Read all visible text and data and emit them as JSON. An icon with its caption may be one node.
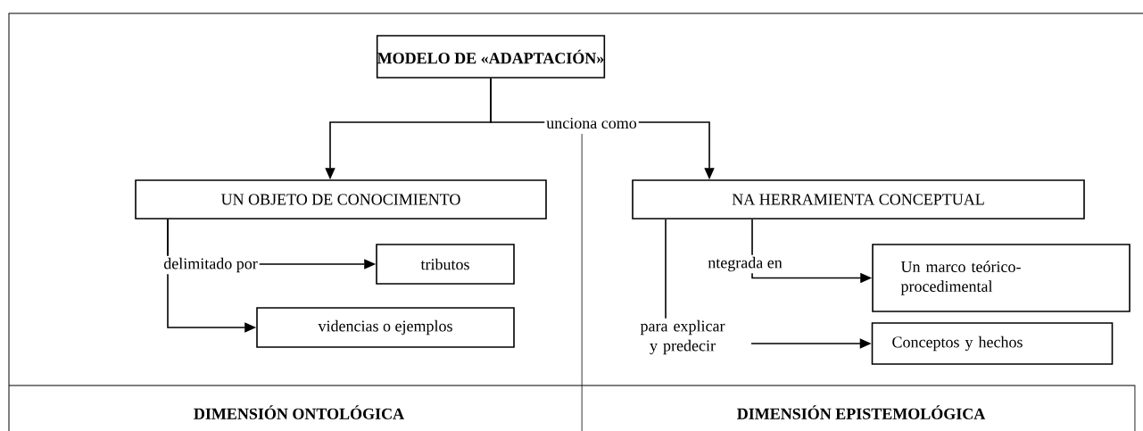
{
  "diagram": {
    "nodes": [
      {
        "text": [
          "MODELO DE «ADAPTACIÓN»"
        ]
      },
      {
        "text": [
          "UN OBJETO DE CONOCIMIENTO"
        ]
      },
      {
        "text": [
          "NA HERRAMIENTA CONCEPTUAL"
        ]
      },
      {
        "text": [
          "tributos"
        ]
      },
      {
        "text": [
          "videncias o ejemplos"
        ]
      },
      {
        "text": [
          "Un marco teórico-procedimental"
        ]
      },
      {
        "text": [
          "Conceptos y hechos"
        ]
      }
    ],
    "edges": [
      {
        "from": 0,
        "to": 1,
        "arrow": "to"
      },
      {
        "from": 0,
        "to": 2,
        "arrow": "to",
        "label": "unciona como"
      },
      {
        "from": 1,
        "to": 3,
        "arrow": "to",
        "label": "delimitado por"
      },
      {
        "from": 1,
        "to": 4,
        "arrow": "to"
      },
      {
        "from": 2,
        "to": 5,
        "arrow": "to",
        "label": "ntegrada en"
      },
      {
        "from": 2,
        "to": 6,
        "arrow": "to",
        "label": "para explicar y predecir"
      }
    ],
    "labels": [
      "DIMENSIÓN ONTOLÓGICA",
      "DIMENSIÓN EPISTEMOLÓGICA"
    ]
  }
}
